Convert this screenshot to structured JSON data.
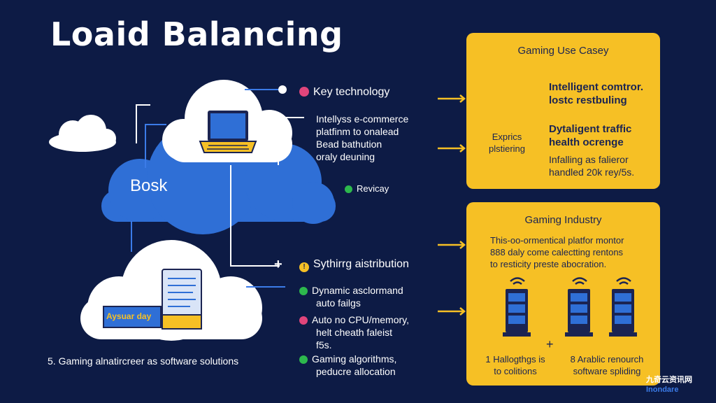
{
  "title": "Loaid Balancing",
  "cloud_label": "Bosk",
  "laptop_label": "Aysuar day",
  "left_footer": "5. Gaming alnatircreer as software solutions",
  "middle": {
    "key_tech": "Key technology",
    "key_desc": [
      "Intellyss e-commerce",
      "platfinm to onalead",
      "Bead bathution",
      "oraly deuning"
    ],
    "privacy": "Revicay",
    "sync": "Sythirrg aistribution",
    "items": [
      {
        "lines": [
          "Dynamic asclormand",
          "auto failgs"
        ],
        "color": "#2db84d"
      },
      {
        "lines": [
          "Auto no CPU/memory,",
          "helt cheath faleist",
          "f5s."
        ],
        "color": "#e0457b"
      },
      {
        "lines": [
          "Gaming algorithms,",
          "peducre allocation"
        ],
        "color": "#2db84d"
      }
    ]
  },
  "card1": {
    "title": "Gaming Use Casey",
    "icon_label": [
      "Exprics",
      "plstiering"
    ],
    "bold1": [
      "Intelligent comtror.",
      "lostc restbuling"
    ],
    "bold2": [
      "Dytaligent traffic",
      "health ocrenge"
    ],
    "body": [
      "Infalling as falieror",
      "handled 20k rey/5s."
    ]
  },
  "card2": {
    "title": "Gaming Industry",
    "body": [
      "This-oo-ormentical platfor montor",
      "888 daly come calectting rentons",
      "to resticity preste abocration."
    ],
    "plus": "+",
    "foot_left": [
      "1 Hallogthgs is",
      "to colitions"
    ],
    "foot_right": [
      "8 Arablic renourch",
      "software spliding"
    ]
  },
  "watermark": [
    "九奇云资讯网",
    "Inondare"
  ],
  "colors": {
    "background": "#0d1b45",
    "card": "#f6c025",
    "cloud_blue": "#2f6fd6",
    "arrow_yellow": "#f6c025"
  }
}
